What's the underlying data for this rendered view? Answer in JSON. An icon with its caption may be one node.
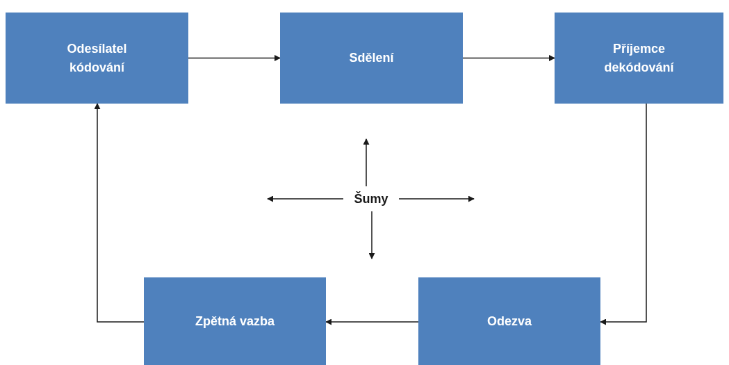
{
  "diagram": {
    "nodes": [
      {
        "text": [
          "Odesílatel kódování"
        ]
      },
      {
        "text": [
          "Sdělení"
        ]
      },
      {
        "text": [
          "Příjemce dekódování"
        ]
      },
      {
        "text": [
          "Šumy"
        ]
      },
      {
        "text": [
          "Zpětná vazba"
        ]
      },
      {
        "text": [
          "Odezva"
        ]
      }
    ],
    "edges": [
      {
        "from": 0,
        "to": 1,
        "arrow": "to"
      },
      {
        "from": 1,
        "to": 2,
        "arrow": "to"
      },
      {
        "from": 2,
        "to": 5,
        "arrow": "to"
      },
      {
        "from": 5,
        "to": 4,
        "arrow": "to"
      },
      {
        "from": 4,
        "to": 0,
        "arrow": "to"
      },
      {
        "from": 3,
        "to": null,
        "arrow": "to"
      },
      {
        "from": 3,
        "to": null,
        "arrow": "to"
      },
      {
        "from": 3,
        "to": null,
        "arrow": "to"
      },
      {
        "from": 3,
        "to": null,
        "arrow": "to"
      }
    ]
  }
}
